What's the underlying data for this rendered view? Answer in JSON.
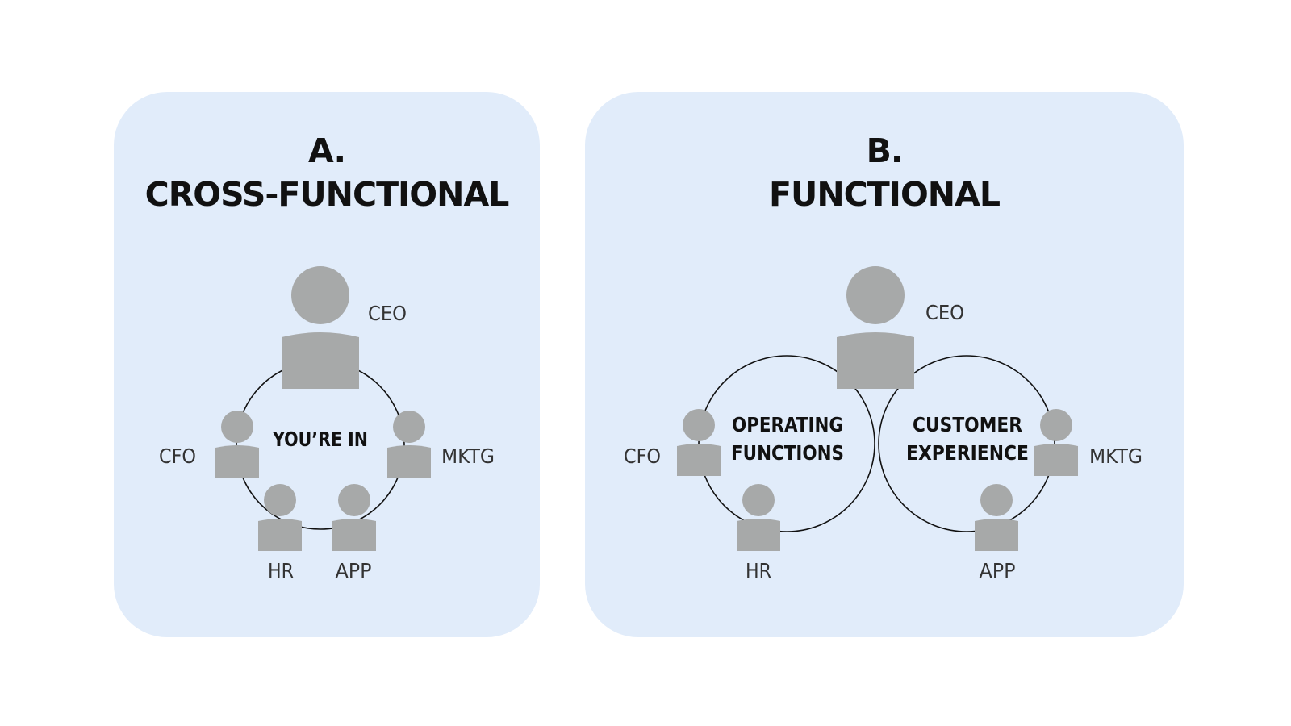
{
  "panel_a": {
    "title_line1": "A.",
    "title_line2": "CROSS-FUNCTIONAL",
    "center_label": "YOU’RE IN",
    "roles": {
      "ceo": "CEO",
      "cfo": "CFO",
      "mktg": "MKTG",
      "hr": "HR",
      "app": "APP"
    }
  },
  "panel_b": {
    "title_line1": "B.",
    "title_line2": "FUNCTIONAL",
    "left_circle_label_line1": "OPERATING",
    "left_circle_label_line2": "FUNCTIONS",
    "right_circle_label_line1": "CUSTOMER",
    "right_circle_label_line2": "EXPERIENCE",
    "roles": {
      "ceo": "CEO",
      "cfo": "CFO",
      "mktg": "MKTG",
      "hr": "HR",
      "app": "APP"
    }
  },
  "colors": {
    "panel_background": "#e1ecfa",
    "person_fill": "#a7a9a9",
    "ring_stroke": "#111111",
    "title_text": "#111111"
  },
  "icons": {
    "person": "person-icon"
  }
}
